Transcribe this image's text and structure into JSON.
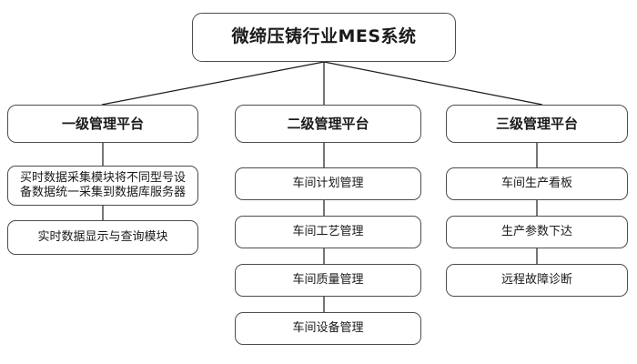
{
  "diagram": {
    "title_node": {
      "text": "微缔压铸行业MES系统"
    },
    "columns": [
      {
        "platform": "一级管理平台",
        "items": [
          "买时数据采集模块将不同型号设\n备数据统一采集到数据库服务器",
          "实时数据显示与查询模块"
        ]
      },
      {
        "platform": "二级管理平台",
        "items": [
          "车间计划管理",
          "车间工艺管理",
          "车间质量管理",
          "车间设备管理"
        ]
      },
      {
        "platform": "三级管理平台",
        "items": [
          "车间生产看板",
          "生产参数下达",
          "远程故障诊断"
        ]
      }
    ],
    "colors": {
      "background": "#ffffff",
      "node_fill": "#ffffff",
      "node_border": "#4d4d4d",
      "connector": "#1a1a1a",
      "text": "#1a1a1a"
    }
  }
}
